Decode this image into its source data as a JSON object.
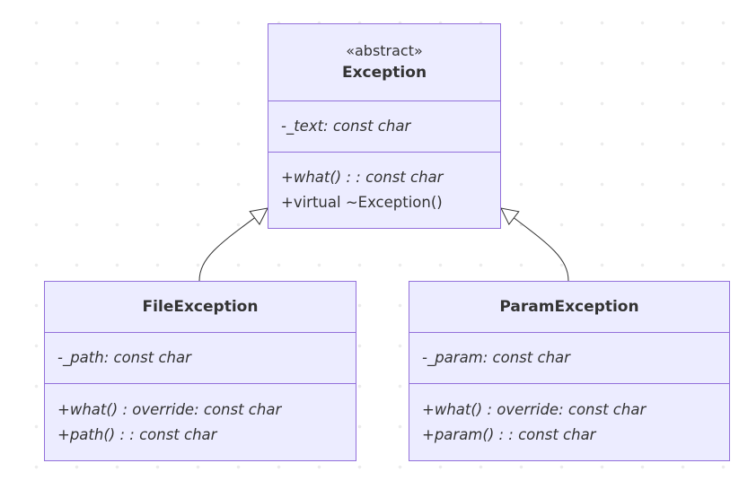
{
  "classes": {
    "exception": {
      "stereotype": "«abstract»",
      "name": "Exception",
      "attributes": [
        "-_text: const char"
      ],
      "methods": [
        "+what() : : const char",
        "+virtual ~Exception()"
      ]
    },
    "file_exception": {
      "name": "FileException",
      "attributes": [
        "-_path: const char"
      ],
      "methods": [
        "+what() : override: const char",
        "+path() : : const char"
      ]
    },
    "param_exception": {
      "name": "ParamException",
      "attributes": [
        "-_param: const char"
      ],
      "methods": [
        "+what() : override: const char",
        "+param() : : const char"
      ]
    }
  },
  "relationships": [
    {
      "type": "inheritance",
      "from": "FileException",
      "to": "Exception"
    },
    {
      "type": "inheritance",
      "from": "ParamException",
      "to": "Exception"
    }
  ],
  "colors": {
    "box_fill": "#ECECFF",
    "box_border": "#9370DB",
    "edge": "#333333",
    "text": "#333333"
  }
}
